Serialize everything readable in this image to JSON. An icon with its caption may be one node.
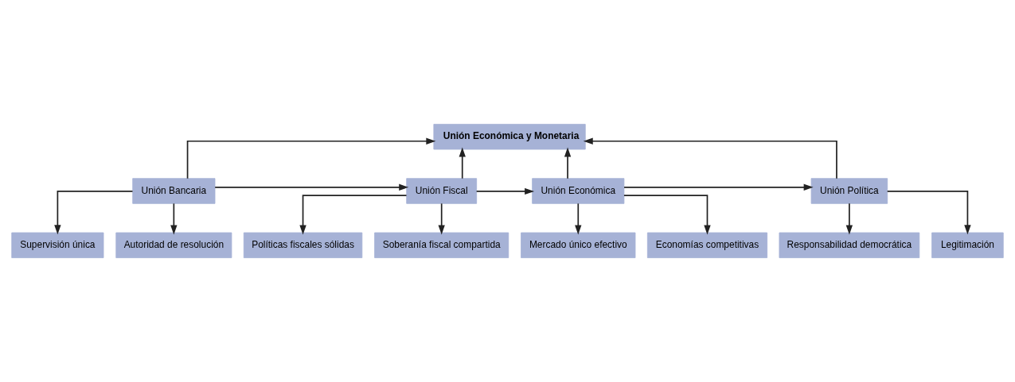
{
  "diagram": {
    "nodes": [
      {
        "text": [
          "Unión Económica y Monetaria"
        ]
      },
      {
        "text": [
          "Unión Bancaria"
        ]
      },
      {
        "text": [
          "Unión Fiscal"
        ]
      },
      {
        "text": [
          "Unión Económica"
        ]
      },
      {
        "text": [
          "Unión Política"
        ]
      },
      {
        "text": [
          "Supervisión única"
        ]
      },
      {
        "text": [
          "Autoridad de resolución"
        ]
      },
      {
        "text": [
          "Políticas fiscales sólidas"
        ]
      },
      {
        "text": [
          "Soberanía fiscal compartida"
        ]
      },
      {
        "text": [
          "Mercado único efectivo"
        ]
      },
      {
        "text": [
          "Economías competitivas"
        ]
      },
      {
        "text": [
          "Responsabilidad democrática"
        ]
      },
      {
        "text": [
          "Legitimación"
        ]
      }
    ],
    "edges": [
      {
        "from": 1,
        "to": 0,
        "arrow": "to"
      },
      {
        "from": 2,
        "to": 0,
        "arrow": "to"
      },
      {
        "from": 3,
        "to": 0,
        "arrow": "to"
      },
      {
        "from": 4,
        "to": 0,
        "arrow": "to"
      },
      {
        "from": 1,
        "to": 2,
        "arrow": "to"
      },
      {
        "from": 2,
        "to": 3,
        "arrow": "to"
      },
      {
        "from": 3,
        "to": 4,
        "arrow": "to"
      },
      {
        "from": 1,
        "to": 5,
        "arrow": "to"
      },
      {
        "from": 1,
        "to": 6,
        "arrow": "to"
      },
      {
        "from": 2,
        "to": 7,
        "arrow": "to"
      },
      {
        "from": 2,
        "to": 8,
        "arrow": "to"
      },
      {
        "from": 3,
        "to": 9,
        "arrow": "to"
      },
      {
        "from": 3,
        "to": 10,
        "arrow": "to"
      },
      {
        "from": 4,
        "to": 11,
        "arrow": "to"
      },
      {
        "from": 4,
        "to": 12,
        "arrow": "to"
      }
    ]
  }
}
